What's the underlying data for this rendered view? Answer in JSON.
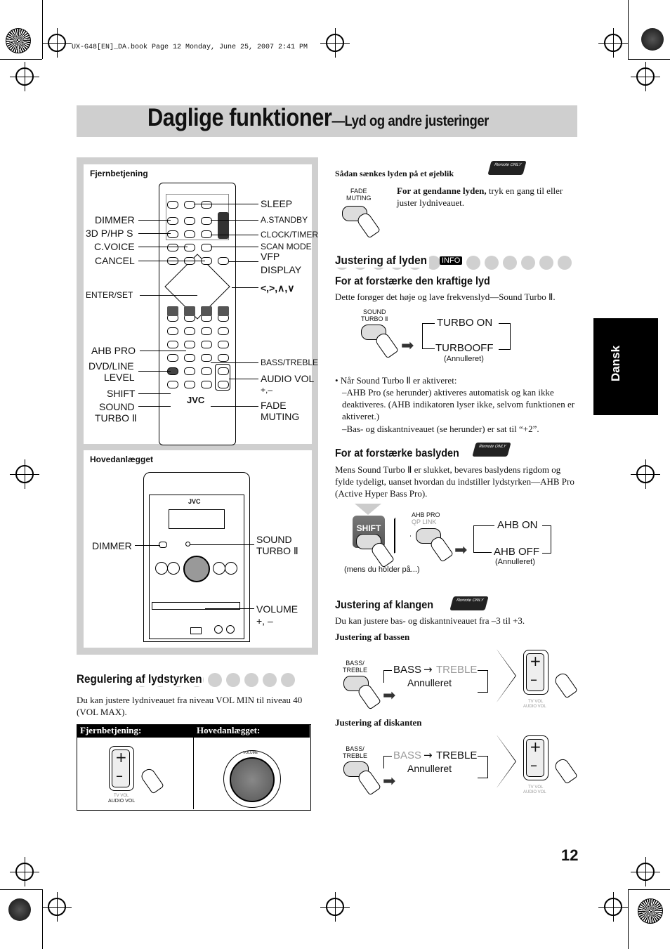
{
  "print_header": "UX-G48[EN]_DA.book  Page 12  Monday, June 25, 2007  2:41 PM",
  "title": {
    "main": "Daglige funktioner",
    "sub": "—Lyd og andre justeringer"
  },
  "side_tab": "Dansk",
  "page_number": "12",
  "remote_panel": {
    "heading": "Fjernbetjening",
    "labels_left": [
      "DIMMER",
      "3D P/HP S",
      "C.VOICE",
      "CANCEL",
      "ENTER/SET",
      "AHB PRO",
      "DVD/LINE",
      "LEVEL",
      "SHIFT",
      "SOUND",
      "TURBO Ⅱ"
    ],
    "labels_right": [
      "SLEEP",
      "A.STANDBY",
      "CLOCK/TIMER",
      "SCAN MODE",
      "VFP",
      "DISPLAY",
      "<,>,∧,∨",
      "BASS/TREBLE",
      "AUDIO VOL",
      "+,–",
      "FADE",
      "MUTING"
    ],
    "logo": "JVC"
  },
  "main_unit_panel": {
    "heading": "Hovedanlægget",
    "logo": "JVC",
    "label_dimmer": "DIMMER",
    "label_sound": "SOUND",
    "label_turbo": "TURBO Ⅱ",
    "label_volume": "VOLUME",
    "label_volume_sign": "+, –"
  },
  "volume_section": {
    "heading": "Regulering af lydstyrken",
    "text": "Du kan justere lydniveauet fra niveau VOL MIN til niveau 40 (VOL MAX).",
    "col1": "Fjernbetjening:",
    "col2": "Hovedanlægget:",
    "tv_vol": "TV VOL",
    "audio_vol": "AUDIO VOL",
    "knob_label": "VOLUME"
  },
  "fade_section": {
    "heading": "Sådan sænkes lyden på et øjeblik",
    "badge": "Remote ONLY",
    "key_label_1": "FADE",
    "key_label_2": "MUTING",
    "text_bold": "For at gendanne lyden,",
    "text_rest": " tryk en gang til eller juster lydniveauet."
  },
  "sound_section": {
    "heading": "Justering af lyden",
    "info": "INFO",
    "sub1": "For at forstærke den kraftige lyd",
    "sub1_text": "Dette forøger det høje og lave frekvenslyd—Sound Turbo Ⅱ.",
    "key1_label_1": "SOUND",
    "key1_label_2": "TURBO Ⅱ",
    "turbo_on": "TURBO ON",
    "turbo_off": "TURBOOFF",
    "annulleret": "(Annulleret)",
    "bullet": "• Når Sound Turbo Ⅱ er aktiveret:",
    "dash1": "–AHB Pro (se herunder) aktiveres automatisk og kan ikke deaktiveres. (AHB indikatoren lyser ikke, selvom funktionen er aktiveret.)",
    "dash2": "–Bas- og diskantniveauet (se herunder) er sat til “+2”.",
    "sub2": "For at forstærke baslyden",
    "sub2_text": "Mens Sound Turbo Ⅱ er slukket, bevares baslydens rigdom og fylde tydeligt, uanset hvordan du indstiller lydstyrken—AHB Pro (Active Hyper Bass Pro).",
    "shift": "SHIFT",
    "ahb_label_1": "AHB PRO",
    "ahb_label_2": "QP LINK",
    "ahb_on": "AHB ON",
    "ahb_off": "AHB OFF",
    "annulleret2": "(Annulleret)",
    "holding": "(mens du holder på...)"
  },
  "tone_section": {
    "heading": "Justering af klangen",
    "text": "Du kan justere bas- og diskantniveauet fra –3 til +3.",
    "bass_head": "Justering af bassen",
    "treble_head": "Justering af diskanten",
    "key_label_1": "BASS/",
    "key_label_2": "TREBLE",
    "bass": "BASS",
    "treble": "TREBLE",
    "annulleret": "Annulleret",
    "tv_vol": "TV VOL",
    "audio_vol": "AUDIO VOL"
  },
  "colors": {
    "panel_gray": "#cfcfcf",
    "tab_black": "#000000",
    "dot_gray": "#d0d0d0",
    "muted_text": "#9a9a9a"
  }
}
